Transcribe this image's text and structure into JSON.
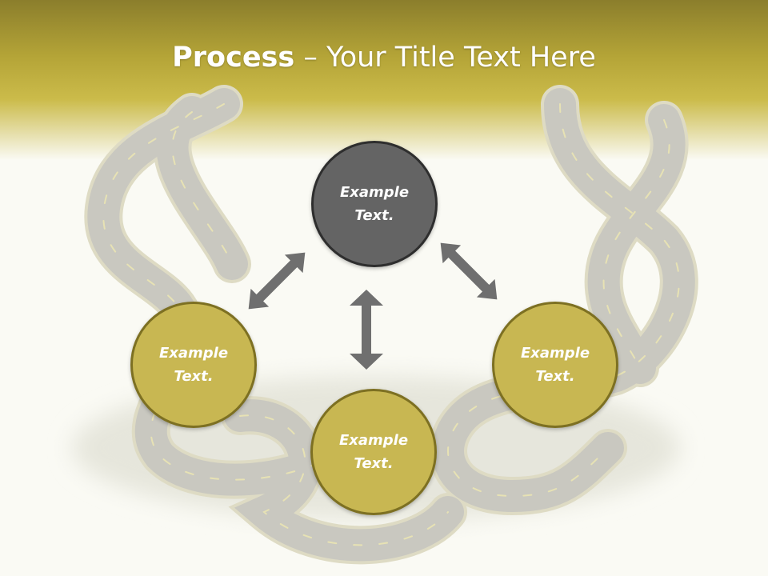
{
  "slide": {
    "title_bold": "Process",
    "title_rest": " – Your Title Text Here"
  },
  "nodes": {
    "top": {
      "line1": "Example",
      "line2": "Text."
    },
    "left": {
      "line1": "Example",
      "line2": "Text."
    },
    "bottom": {
      "line1": "Example",
      "line2": "Text."
    },
    "right": {
      "line1": "Example",
      "line2": "Text."
    }
  },
  "colors": {
    "header": "#b4a437",
    "node_dark": "#646464",
    "node_gold": "#c8b752",
    "arrow": "#6f6f6f",
    "road": "#c9c8c0"
  }
}
